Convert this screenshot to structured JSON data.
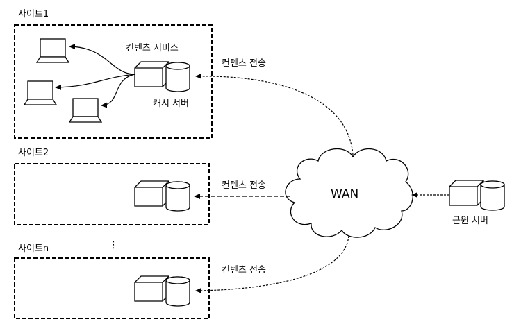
{
  "sites": [
    {
      "label": "사이트1"
    },
    {
      "label": "사이트2"
    },
    {
      "label": "사이트n"
    }
  ],
  "site1": {
    "service_label": "컨텐츠 서비스",
    "cache_label": "캐시 서버"
  },
  "transfers": [
    {
      "label": "컨텐츠 전송"
    },
    {
      "label": "컨텐츠 전송"
    },
    {
      "label": "컨텐츠 전송"
    }
  ],
  "wan": {
    "label": "WAN"
  },
  "origin": {
    "label": "근원 서버"
  },
  "continuation": {
    "glyph": "⋮"
  }
}
